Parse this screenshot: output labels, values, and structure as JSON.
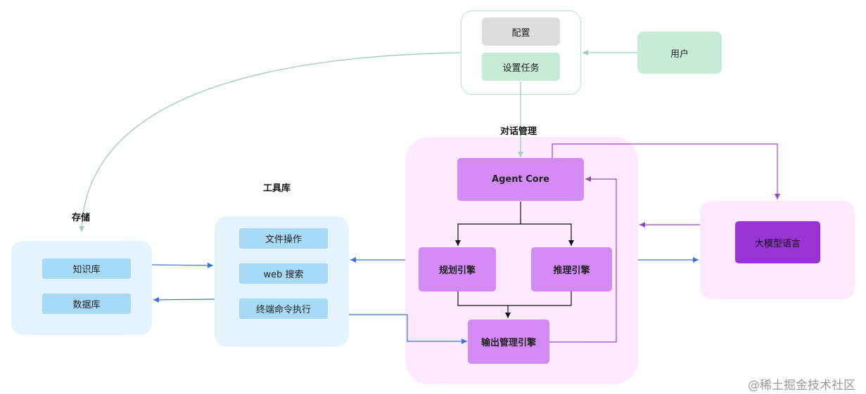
{
  "labels": {
    "dialog_mgmt": "对话管理",
    "toolbox": "工具库",
    "storage": "存储"
  },
  "config_group": {
    "config": "配置",
    "set_task": "设置任务"
  },
  "user": "用户",
  "storage_group": {
    "knowledge_base": "知识库",
    "database": "数据库"
  },
  "tools_group": {
    "file_ops": "文件操作",
    "web_search": "web 搜索",
    "terminal_exec": "终端命令执行"
  },
  "agent_group": {
    "core": "Agent Core",
    "planning": "规划引擎",
    "reasoning": "推理引擎",
    "output": "输出管理引擎"
  },
  "llm": "大模型语言",
  "watermark": "@稀土掘金技术社区",
  "colors": {
    "green_fill": "#c6ecd8",
    "gray_fill": "#dcdcdc",
    "blue_group": "#e4f3fc",
    "blue_item": "#a6daf7",
    "pink_group": "#fde9fd",
    "violet": "#d48af5",
    "violet_dark": "#9933d4",
    "arrow_green": "#9ccfb4",
    "arrow_blue": "#3a72d8",
    "arrow_purple": "#9b45c6"
  }
}
